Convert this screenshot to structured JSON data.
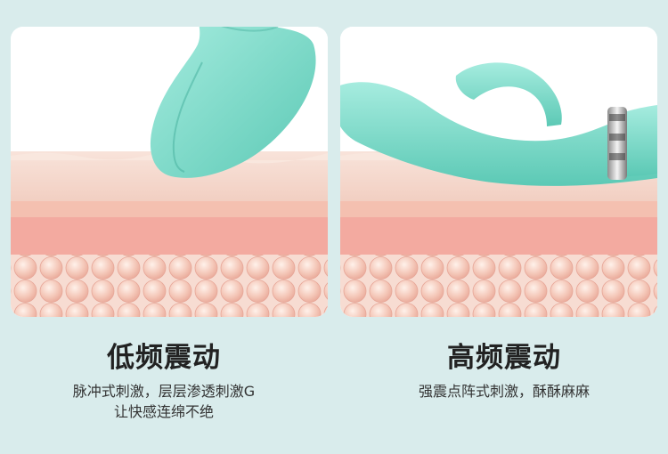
{
  "panels": [
    {
      "title": "低频震动",
      "desc_lines": [
        "脉冲式刺激，层层渗透刺激G",
        "让快感连绵不绝"
      ]
    },
    {
      "title": "高频震动",
      "desc_lines": [
        "强震点阵式刺激，酥酥麻麻"
      ]
    }
  ],
  "colors": {
    "background": "#d9ecec",
    "device": "#7fdccb",
    "skin_surface": "#f7d9cf",
    "skin_mid": "#f3b4a6",
    "cells": "#f2c6b8"
  }
}
